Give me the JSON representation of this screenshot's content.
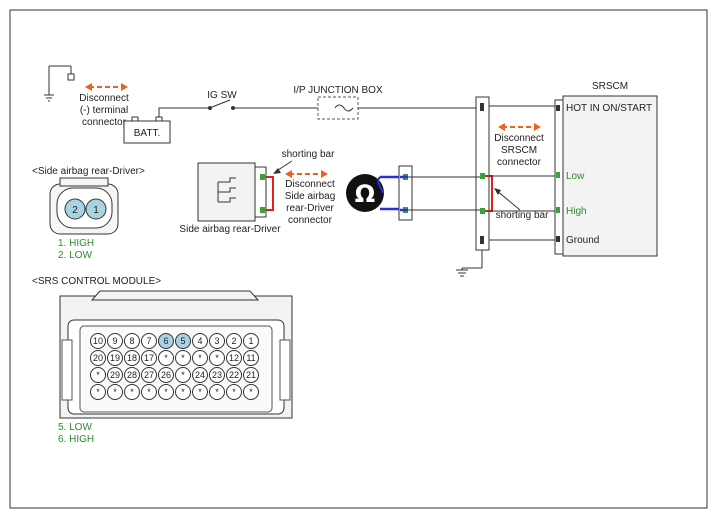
{
  "labels": {
    "disconnect_terminal": [
      "Disconnect",
      "(-) terminal",
      "connector"
    ],
    "battery": "BATT.",
    "ig_sw": "IG SW",
    "ip_junction_box": "I/P JUNCTION BOX",
    "srscm_title": "SRSCM",
    "srscm_hot": "HOT IN ON/START",
    "srscm_low": "Low",
    "srscm_high": "High",
    "srscm_ground": "Ground",
    "disconnect_srscm": [
      "Disconnect",
      "SRSCM",
      "connector"
    ],
    "shorting_bar_left": "shorting bar",
    "shorting_bar_right": "shorting bar",
    "disconnect_side_airbag": [
      "Disconnect",
      "Side airbag",
      "rear-Driver",
      "connector"
    ],
    "side_airbag_component": "Side airbag rear-Driver",
    "ohmmeter_symbol": "Ω",
    "side_airbag_connector_title": "<Side airbag rear-Driver>",
    "side_airbag_pin_left": "2",
    "side_airbag_pin_right": "1",
    "side_airbag_pin1": "1. HIGH",
    "side_airbag_pin2": "2. LOW",
    "srs_module_title": "<SRS CONTROL MODULE>",
    "srs_pin5": "5. LOW",
    "srs_pin6": "6. HIGH"
  },
  "srs_connector_rows": [
    [
      "10",
      "9",
      "8",
      "7",
      "6",
      "5",
      "4",
      "3",
      "2",
      "1"
    ],
    [
      "20",
      "19",
      "18",
      "17",
      "*",
      "*",
      "*",
      "*",
      "12",
      "11"
    ],
    [
      "*",
      "29",
      "28",
      "27",
      "26",
      "*",
      "24",
      "23",
      "22",
      "21"
    ],
    [
      "*",
      "*",
      "*",
      "*",
      "*",
      "*",
      "*",
      "*",
      "*",
      "*"
    ]
  ],
  "highlighted_pins": [
    "5",
    "6"
  ],
  "colors": {
    "orange_arrow": "#e8641e",
    "green_text": "#2e8b2e",
    "blue_wire": "#2a32d6",
    "red_bar": "#e0201e",
    "pin_highlight": "#a9d3e3",
    "green_terminal": "#3aa13a"
  }
}
